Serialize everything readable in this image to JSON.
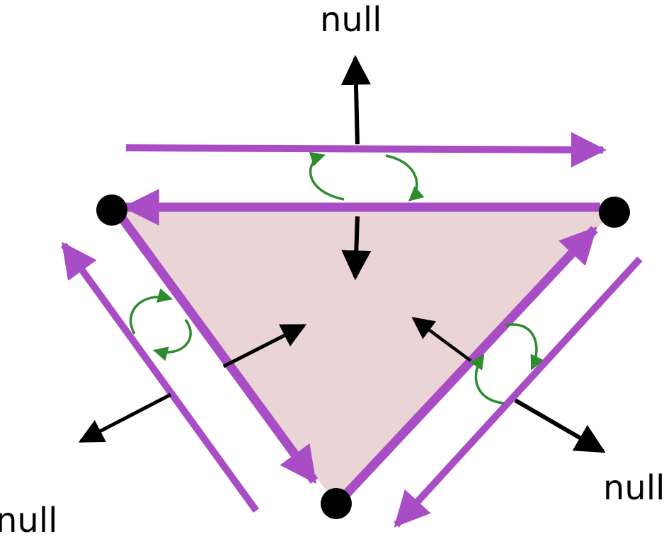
{
  "labels": {
    "top": "null",
    "right": "null",
    "left": "null"
  },
  "colors": {
    "face_fill": "#ead4d6",
    "half_edge": "#a94dc6",
    "rotation": "#2e8b2e",
    "normal": "#000000",
    "vertex": "#000000"
  }
}
